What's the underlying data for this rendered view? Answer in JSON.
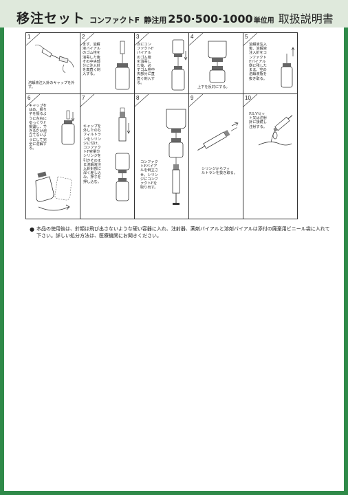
{
  "header": {
    "title_main": "移注セット",
    "title_product": "コンファクトF",
    "title_route": "静注用",
    "title_sizes": "250·500·1000",
    "title_unit": "単位用",
    "title_doc": "取扱説明書"
  },
  "steps": [
    {
      "num": "1",
      "text": "溶解液注入針のキャップを外す。"
    },
    {
      "num": "2",
      "text": "まず、溶解\n液バイアル\nのゴム栓を\n消毒した後\nその中央部\n分に注入針\nを真直ぐ刺\n入する。"
    },
    {
      "num": "3",
      "text": "次にコン\nファクトF\nバイアル\nのゴム栓\nを消毒し\nた後、必\nずゴム栓中\n央部分に直\n直ぐ刺入す\nる。"
    },
    {
      "num": "4",
      "text": "上下を反対にする。"
    },
    {
      "num": "5",
      "text": "溶解液注入\n後、溶解液\n注入針をコ\nンファクト\nFバイアル\n側に残した\nまま、空の\n溶解液瓶を\n抜き取る。"
    },
    {
      "num": "6",
      "text": "キャップを\nはめ、振り\n子を振るよ\nうに左右に\nゆっくりと\n振盪し、で\nきるだけ泡\n立てないよ\nうにして完\n全に溶解す\nる。"
    },
    {
      "num": "7",
      "text": "キャップを\n外したのち\nフィルトラ\nンをシリン\nジに付け、\nコンファク\nトF容量分\nシリンジを\n引きそのま\nま溶解液注\n入針針部に\n深く差し込\nみ、押子を\n押し込む。"
    },
    {
      "num": "8",
      "text": "コンファク\nトFバイア\nルを倒立さ\nせ、シリン\nジにコンフ\nァクトFを\n取り出す。"
    },
    {
      "num": "9",
      "text": "シリンジからフィ\nルトランを抜き取る。"
    },
    {
      "num": "10",
      "text": "P.S.Vセッ\nト又は注射\n針に接続し\n注射する。"
    }
  ],
  "note": "本品の使用後は、針類は飛び出さないような硬い容器に入れ、注射器、薬剤バイアルと溶剤バイアルは添付の廃棄用ビニール袋に入れて下さい。詳しい処分方法は、医療機関にお聞きください。",
  "colors": {
    "frame": "#2f8a49",
    "header_bg": "#dfe9dc"
  }
}
